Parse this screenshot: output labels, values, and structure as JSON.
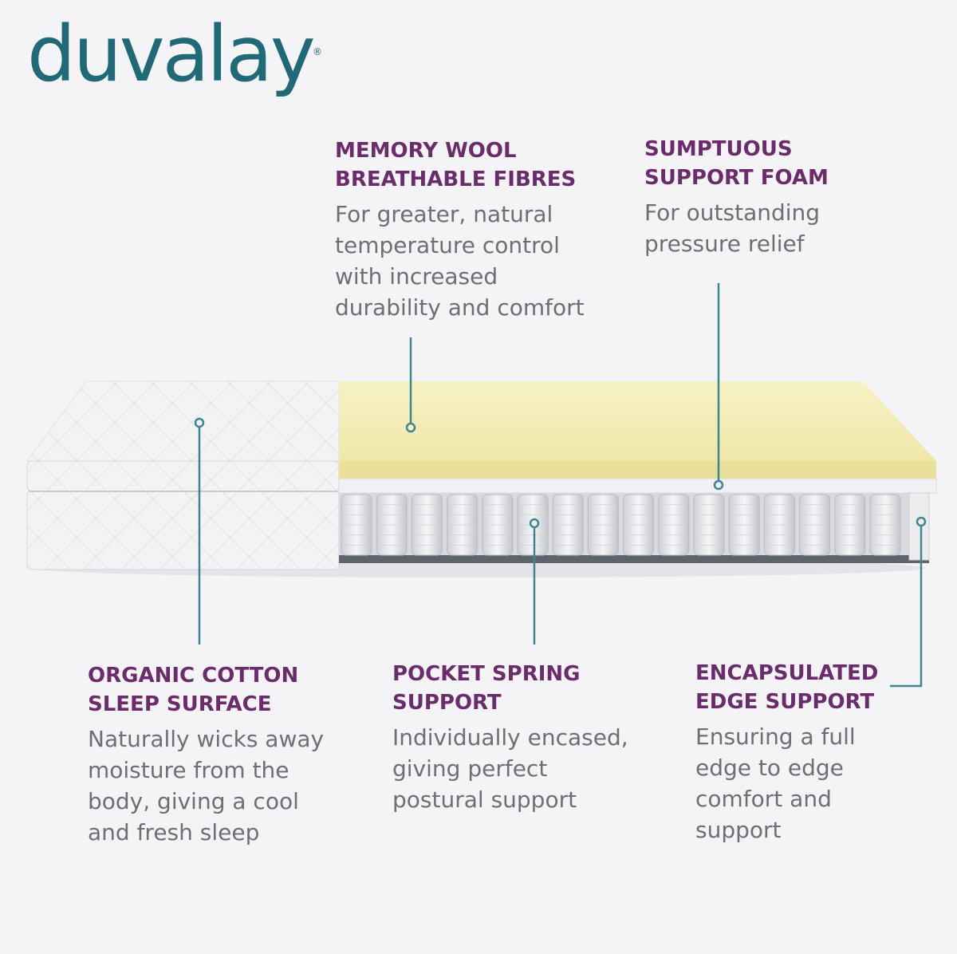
{
  "brand": {
    "name": "duvalay",
    "registered": "®",
    "color": "#1f6a76"
  },
  "colors": {
    "title": "#6b2c6b",
    "text": "#6e6e74",
    "leader": "#3c8793",
    "foam": "#f6f0b8",
    "cover": "#f1f1f3"
  },
  "features": [
    {
      "id": "memory-wool",
      "title_lines": [
        "MEMORY WOOL",
        "BREATHABLE FIBRES"
      ],
      "desc_lines": [
        "For greater, natural",
        "temperature control",
        "with increased",
        "durability and comfort"
      ]
    },
    {
      "id": "support-foam",
      "title_lines": [
        "SUMPTUOUS",
        "SUPPORT FOAM"
      ],
      "desc_lines": [
        "For outstanding",
        "pressure relief"
      ]
    },
    {
      "id": "cotton-surface",
      "title_lines": [
        "ORGANIC COTTON",
        "SLEEP SURFACE"
      ],
      "desc_lines": [
        "Naturally wicks away",
        "moisture from the",
        "body, giving a cool",
        "and fresh sleep"
      ]
    },
    {
      "id": "pocket-spring",
      "title_lines": [
        "POCKET SPRING",
        "SUPPORT"
      ],
      "desc_lines": [
        "Individually encased,",
        "giving perfect",
        "postural support"
      ]
    },
    {
      "id": "edge-support",
      "title_lines": [
        "ENCAPSULATED",
        "EDGE SUPPORT"
      ],
      "desc_lines": [
        "Ensuring a full",
        "edge to edge",
        "comfort and",
        "support"
      ]
    }
  ]
}
